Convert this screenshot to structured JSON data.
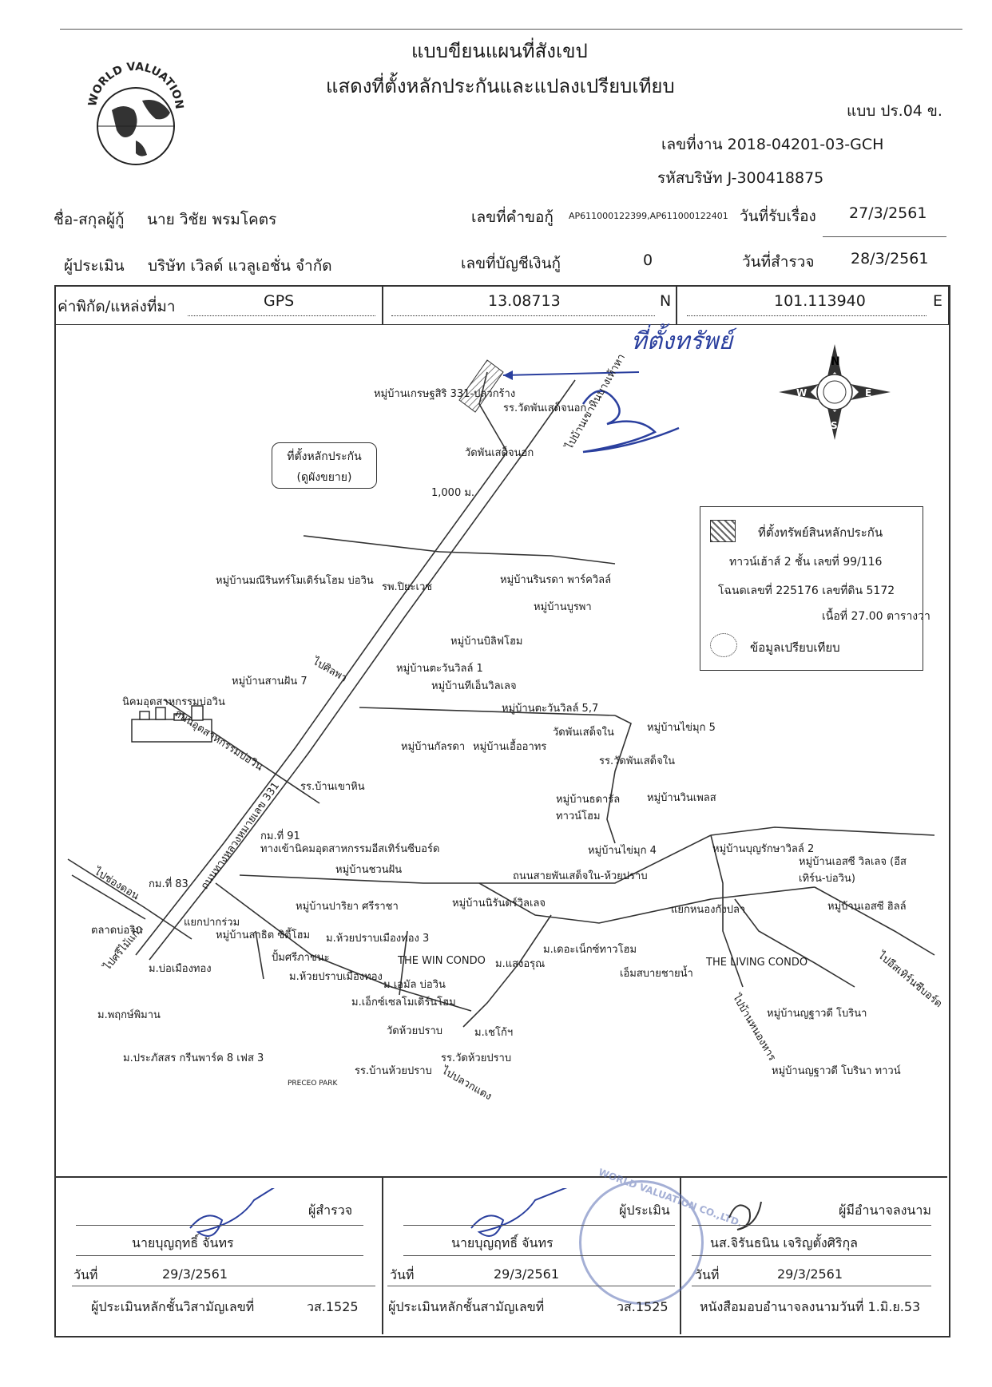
{
  "header": {
    "title": "แบบขียนแผนที่สังเขป",
    "subtitle": "แสดงที่ตั้งหลักประกันและแปลงเปรียบเทียบ",
    "form_code": "แบบ ปร.04 ข.",
    "job_no": "เลขที่งาน 2018-04201-03-GCH",
    "company_code": "รหัสบริษัท J-300418875",
    "logo_text": "WORLD VALUATION"
  },
  "info": {
    "borrower_label": "ชื่อ-สกุลผู้กู้",
    "borrower_value": "นาย วิชัย พรมโคตร",
    "request_no_label": "เลขที่คำขอกู้",
    "request_no_value": "AP611000122399,AP611000122401",
    "received_label": "วันที่รับเรื่อง",
    "received_value": "27/3/2561",
    "appraiser_label": "ผู้ประเมิน",
    "appraiser_value": "บริษัท เวิลด์ แวลูเอชั่น จำกัด",
    "account_label": "เลขที่บัญชีเงินกู้",
    "account_value": "0",
    "survey_label": "วันที่สำรวจ",
    "survey_value": "28/3/2561"
  },
  "coords": {
    "label": "ค่าพิกัด/แหล่งที่มา",
    "source": "GPS",
    "lat": "13.08713",
    "lat_unit": "N",
    "lon": "101.113940",
    "lon_unit": "E"
  },
  "map": {
    "compass": {
      "n": "N",
      "s": "S",
      "e": "E",
      "w": "W"
    },
    "callout_line1": "ที่ตั้งหลักประกัน",
    "callout_line2": "(ดูผังขยาย)",
    "distance": "1,000 ม.",
    "legend": {
      "collateral": "ที่ตั้งทรัพย์สินหลักประกัน",
      "line1": "ทาวน์เฮ้าส์ 2 ชั้น เลขที่ 99/116",
      "line2": "โฉนดเลขที่ 225176 เลขที่ดิน 5172",
      "line3": "เนื้อที่ 27.00 ตารางวา",
      "compare": "ข้อมูลเปรียบเทียบ"
    },
    "labels": [
      "หมู่บ้านเกรษฐสิริ 331-ปลวกร้าง",
      "รร.วัดพันเสด็จนอก",
      "วัดพันเสด็จนอก",
      "ไปบ้านเขาหินบางเท้าหา",
      "หมู่บ้านมณีรินทร์โมเดิร์นโฮม บ่อวิน",
      "รพ.ปิยะเวช",
      "หมู่บ้านรินรดา พาร์ควิลล์",
      "หมู่บ้านบูรพา",
      "หมู่บ้านบิลิฟโฮม",
      "หมู่บ้านสานฝัน 7",
      "ไปศิลพา",
      "หมู่บ้านตะวันวิลล์ 1",
      "หมู่บ้านทีเอ็นวิลเลจ",
      "หมู่บ้านตะวันวิลล์ 5,7",
      "นิคมอุตสาหกรรมบ่อวิน",
      "หมู่บ้านไข่มุก 5",
      "หมู่บ้านกัลรดา",
      "หมู่บ้านเอื้ออาทร",
      "วัดพันเสด็จใน",
      "รร.วัดพันเสด็จใน",
      "รร.บ้านเขาหิน",
      "หมู่บ้านธดารัล ทาวน์โฮม",
      "หมู่บ้านวินเพลส",
      "กม.ที่ 91",
      "ทางเข้านิคมอุตสาหกรรมอีสเทิร์นซีบอร์ด",
      "หมู่บ้านไข่มุก 4",
      "หมู่บ้านบุญรักษาวิลล์ 2",
      "หมู่บ้านเอสซี วิลเลจ (อีสเทิร์น-บ่อวิน)",
      "หมู่บ้านชวนฝัน",
      "ถนนสายพันเสด็จใน-ห้วยปราบ",
      "ไปช่องดอน",
      "กม.ที่ 83",
      "หมู่บ้านปาริยา ศรีราชา",
      "หมู่บ้านนิรันดร์วิลเลจ",
      "แยกหนองกังปลา",
      "หมู่บ้านเอสซี ฮิลล์",
      "ตลาดบ่อวิน",
      "แยกปากร่วม",
      "หมู่บ้านสาธิต ซิตี้โฮม",
      "ม.ห้วยปราบเมืองทอง 3",
      "ม.เดอะเน็กซ์ทาวโฮม",
      "ปั้มศรีภาชนะ",
      "THE WIN CONDO",
      "ม.แสงอรุณ",
      "ม.บ่อเมืองทอง",
      "ม.ห้วยปราบเมืองทอง",
      "ม.เอมัล บ่อวิน",
      "เอ็มสบายชายน้ำ",
      "THE LIVING CONDO",
      "ม.พฤกษ์พิมาน",
      "ม.เอ็กซ์เซลโมเดิร์นโฮม",
      "หมู่บ้านญฐาวดี โบรินา",
      "วัดห้วยปราบ",
      "ม.เชโก้ฯ",
      "รร.วัดห้วยปราบ",
      "ม.ประภัสสร กรีนพาร์ค 8 เฟส 3",
      "รร.บ้านห้วยปราบ",
      "ไปปลวกแดง",
      "หมู่บ้านญฐาวดี โบรินา ทาวน์",
      "ไปบ้านหนองหาร",
      "ไปอีสเทิร์นซีบอร์ด",
      "ไปศรีไม้แก้ว",
      "ถนนทางหลวงหมายเลข 331",
      "ถนนอุตสาหกรรมบ่อวิน",
      "PRECEO PARK"
    ],
    "handwriting": "ที่ตั้งทรัพย์"
  },
  "footer": {
    "col1": {
      "role": "ผู้สำรวจ",
      "name": "นายบุญฤทธิ์ จันทร",
      "date_label": "วันที่",
      "date": "29/3/2561",
      "license_label": "ผู้ประเมินหลักชั้นวิสามัญเลขที่",
      "license": "วส.1525"
    },
    "col2": {
      "role": "ผู้ประเมิน",
      "name": "นายบุญฤทธิ์ จันทร",
      "date_label": "วันที่",
      "date": "29/3/2561",
      "license_label": "ผู้ประเมินหลักชั้นสามัญเลขที่",
      "license": "วส.1525"
    },
    "col3": {
      "role": "ผู้มีอำนาจลงนาม",
      "name": "นส.จิรันธนิน เจริญตั้งศิริกุล",
      "date_label": "วันที่",
      "date": "29/3/2561",
      "license_label": "หนังสือมอบอำนาจลงนามวันที่ 1.มิ.ย.53"
    },
    "stamp_text": "WORLD VALUATION CO.,LTD."
  },
  "colors": {
    "ink": "#1a1a1a",
    "pen_blue": "#2a3f9e",
    "stamp_blue": "#5b6fb3",
    "hatch": "#8a8a8a"
  }
}
